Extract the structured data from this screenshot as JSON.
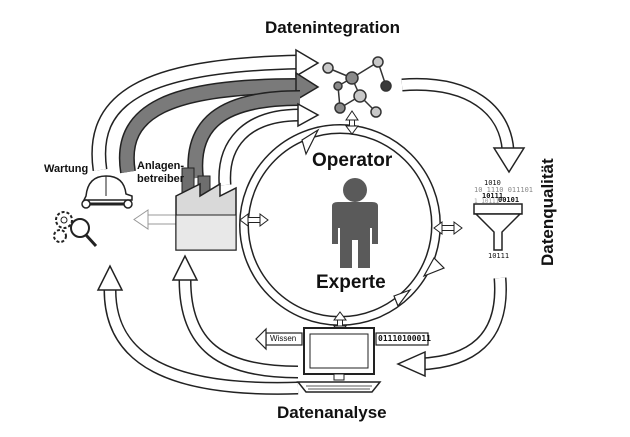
{
  "labels": {
    "datenintegration": "Datenintegration",
    "datenqualitaet": "Datenqualität",
    "datenanalyse": "Datenanalyse",
    "operator": "Operator",
    "experte": "Experte",
    "wartung": "Wartung",
    "anlagenbetreiber_line1": "Anlagen-",
    "anlagenbetreiber_line2": "betreiber",
    "wissen": "Wissen",
    "binary_stream": "01110100011",
    "funnel_bits": [
      "1010",
      "10 1110 011101",
      "10111",
      "1 10111",
      "00101"
    ],
    "funnel_out": "10111"
  },
  "colors": {
    "arrow_outline": "#222222",
    "arrow_light": "#ffffff",
    "arrow_dark": "#7a7a7a",
    "person": "#5a5a5a",
    "network_nodes": [
      "#c8c8c8",
      "#8a8a8a",
      "#3a3a3a"
    ]
  }
}
